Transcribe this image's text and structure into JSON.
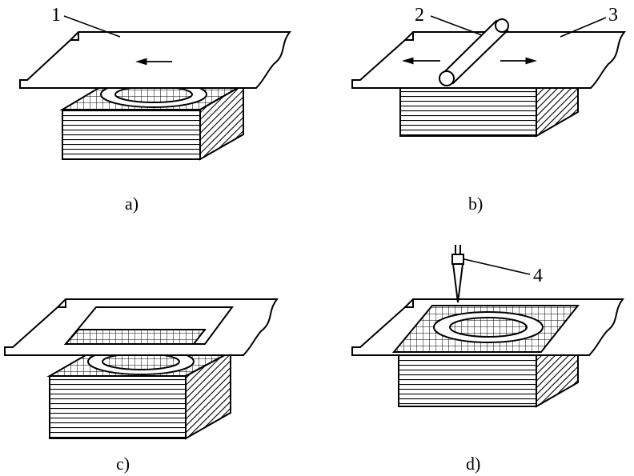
{
  "panels": [
    {
      "caption": "a)",
      "callouts": [
        "1"
      ]
    },
    {
      "caption": "b)",
      "callouts": [
        "2",
        "3"
      ]
    },
    {
      "caption": "c)",
      "callouts": []
    },
    {
      "caption": "d)",
      "callouts": [
        "4"
      ]
    }
  ],
  "colors": {
    "ink": "#000000",
    "paper": "#ffffff"
  }
}
